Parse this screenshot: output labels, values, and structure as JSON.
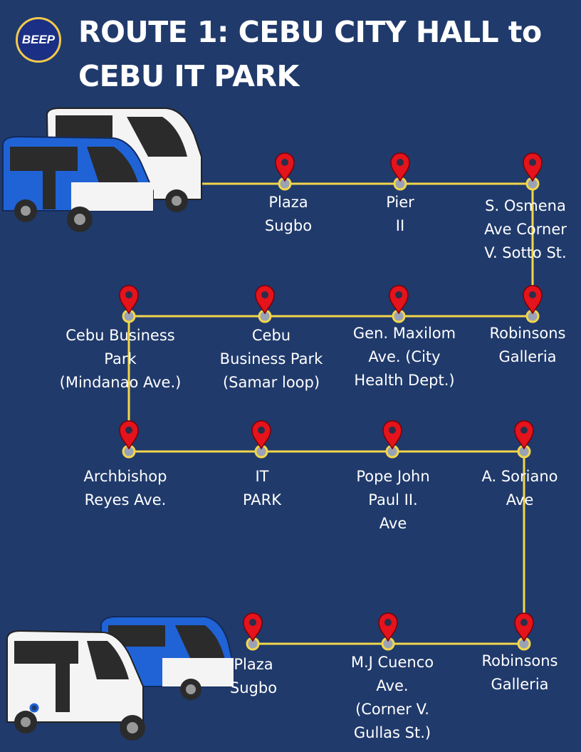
{
  "logo": {
    "text": "BEEP"
  },
  "title": "ROUTE 1: CEBU CITY HALL to CEBU IT PARK",
  "colors": {
    "background": "#203a6b",
    "route_line": "#f2d64b",
    "pin": "#e5131b",
    "pin_base": "#f2d64b",
    "text": "#ffffff",
    "bus_blue": "#1f63d6",
    "bus_white": "#f4f4f4"
  },
  "stops": [
    {
      "label": "Plaza\nSugbo"
    },
    {
      "label": "Pier\nII"
    },
    {
      "label": "S. Osmena\nAve Corner\nV. Sotto St."
    },
    {
      "label": "Robinsons\nGalleria"
    },
    {
      "label": "Gen. Maxilom\nAve. (City\nHealth Dept.)"
    },
    {
      "label": "Cebu\nBusiness Park\n(Samar loop)"
    },
    {
      "label": "Cebu Business\nPark\n(Mindanao Ave.)"
    },
    {
      "label": "Archbishop\nReyes Ave."
    },
    {
      "label": "IT\nPARK"
    },
    {
      "label": "Pope John\nPaul II.\nAve"
    },
    {
      "label": "A. Soriano\nAve"
    },
    {
      "label": "Robinsons\nGalleria"
    },
    {
      "label": "M.J Cuenco\nAve.\n(Corner V.\nGullas St.)"
    },
    {
      "label": "Plaza\nSugbo"
    }
  ],
  "icons": {
    "bus": "minibus-icon",
    "stop": "map-pin-icon"
  }
}
